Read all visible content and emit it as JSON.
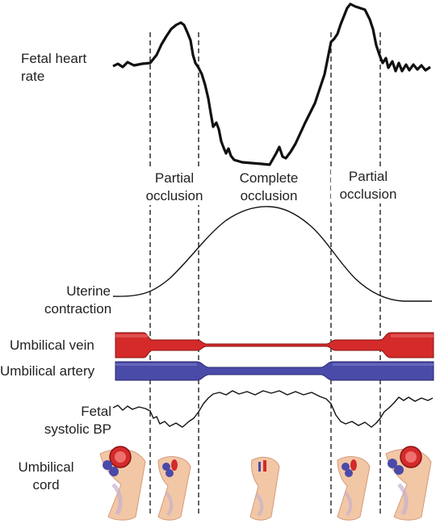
{
  "labels": {
    "fhr_line1": "Fetal heart",
    "fhr_line2": "rate",
    "uterine_line1": "Uterine",
    "uterine_line2": "contraction",
    "vein": "Umbilical vein",
    "artery": "Umbilical artery",
    "bp_line1": "Fetal",
    "bp_line2": "systolic BP",
    "cord_line1": "Umbilical",
    "cord_line2": "cord"
  },
  "phases": [
    {
      "line1": "Partial",
      "line2": "occlusion"
    },
    {
      "line1": "Complete",
      "line2": "occlusion"
    },
    {
      "line1": "Partial",
      "line2": "occlusion"
    }
  ],
  "colors": {
    "vein": "#d42a2a",
    "artery": "#4a4aa8",
    "trace": "#111111",
    "cord": "#f2c7a6"
  }
}
